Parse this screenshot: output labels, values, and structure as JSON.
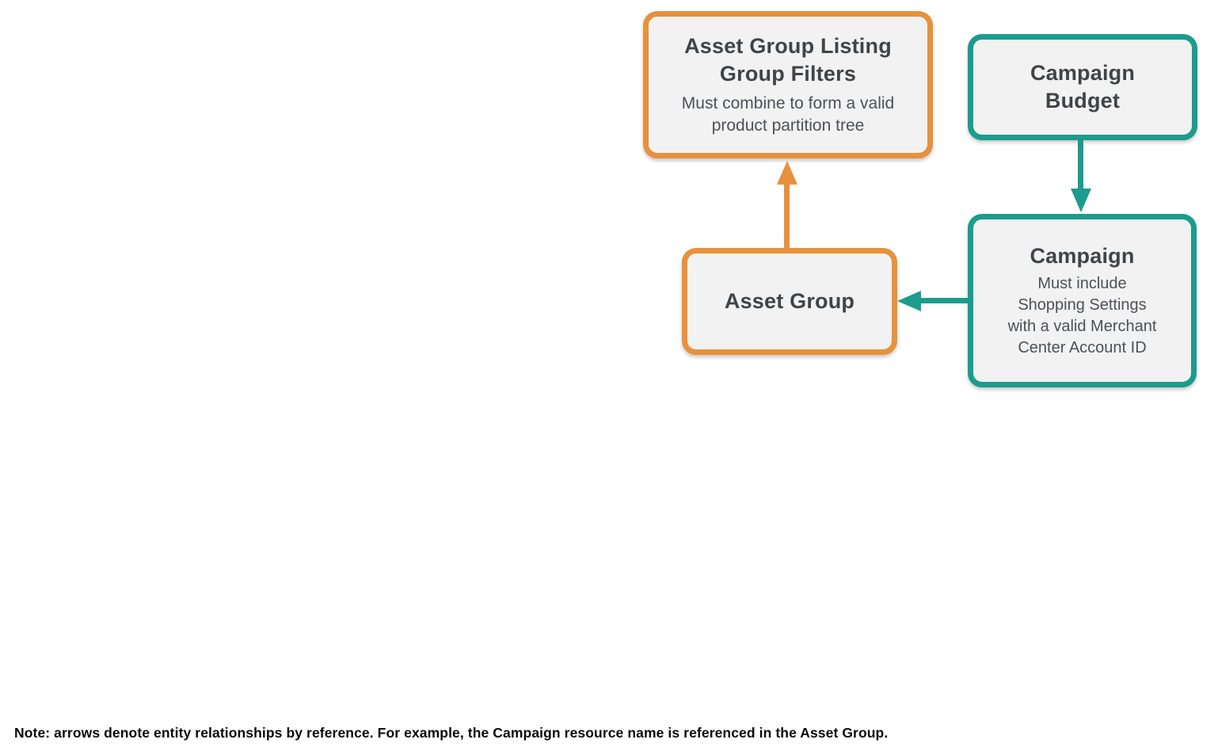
{
  "colors": {
    "orange_accent": "#E8913C",
    "teal_accent": "#1B9C8C",
    "box_fill": "#F2F2F2",
    "title_text": "#3F4448",
    "subtitle_text": "#4D5156",
    "note_text": "#0A0A0A"
  },
  "nodes": [
    {
      "id": "asset-group-listing-group-filters",
      "title": "Asset Group Listing\nGroup Filters",
      "subtitle": "Must combine to form a valid\nproduct partition tree",
      "accent": "orange"
    },
    {
      "id": "campaign-budget",
      "title": "Campaign\nBudget",
      "subtitle": "",
      "accent": "teal"
    },
    {
      "id": "asset-group",
      "title": "Asset Group",
      "subtitle": "",
      "accent": "orange"
    },
    {
      "id": "campaign",
      "title": "Campaign",
      "subtitle": "Must include\nShopping Settings\nwith a valid Merchant\nCenter Account ID",
      "accent": "teal"
    }
  ],
  "edges": [
    {
      "from": "asset-group",
      "to": "asset-group-listing-group-filters",
      "color": "orange",
      "direction": "up"
    },
    {
      "from": "campaign-budget",
      "to": "campaign",
      "color": "teal",
      "direction": "down"
    },
    {
      "from": "campaign",
      "to": "asset-group",
      "color": "teal",
      "direction": "left"
    }
  ],
  "note": "Note: arrows denote entity relationships by reference. For example, the Campaign resource name is referenced in the Asset Group."
}
